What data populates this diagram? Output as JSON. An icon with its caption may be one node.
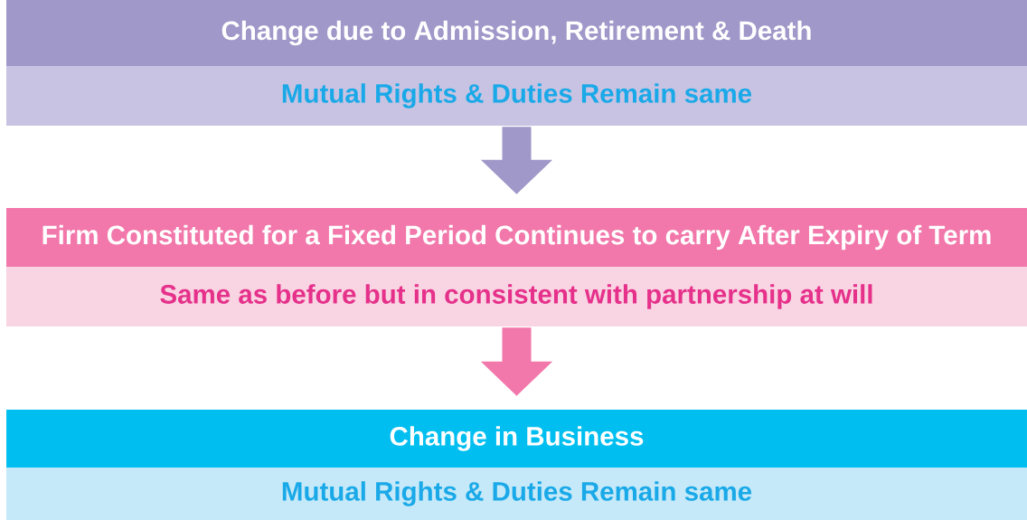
{
  "diagram": {
    "nodes": [
      {
        "text": [
          "Change due to Admission, Retirement & Death"
        ]
      },
      {
        "text": [
          "Mutual Rights & Duties Remain same"
        ]
      },
      {
        "text": [
          "Firm Constituted for a Fixed Period Continues to carry After Expiry of Term"
        ]
      },
      {
        "text": [
          "Same as before but in consistent with partnership at will"
        ]
      },
      {
        "text": [
          "Change in Business"
        ]
      },
      {
        "text": [
          "Mutual Rights & Duties Remain same"
        ]
      }
    ],
    "edges": [
      {
        "from": 1,
        "to": 2,
        "arrow": "to",
        "color": "#9f98c9"
      },
      {
        "from": 3,
        "to": 4,
        "arrow": "to",
        "color": "#f277aa"
      }
    ]
  }
}
